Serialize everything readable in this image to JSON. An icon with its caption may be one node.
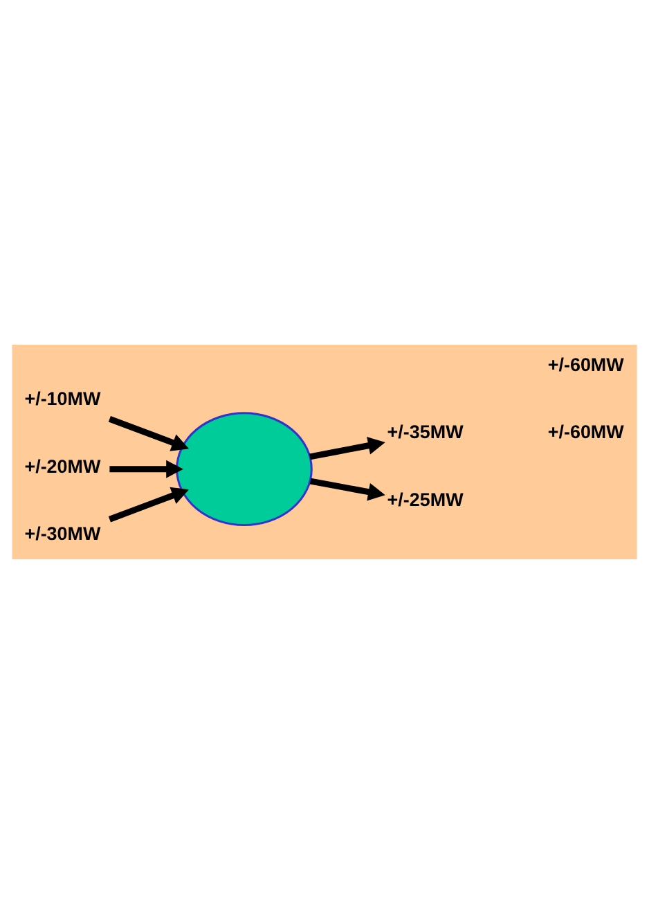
{
  "diagram": {
    "nodes": [
      {
        "text": [],
        "shape": "cloud"
      },
      {
        "text": [
          "+/-10MW"
        ]
      },
      {
        "text": [
          "+/-20MW"
        ]
      },
      {
        "text": [
          "+/-30MW"
        ]
      },
      {
        "text": [
          "+/-35MW"
        ]
      },
      {
        "text": [
          "+/-25MW"
        ]
      }
    ],
    "edges": [
      {
        "from": 1,
        "to": 0,
        "arrow": "to"
      },
      {
        "from": 2,
        "to": 0,
        "arrow": "to"
      },
      {
        "from": 3,
        "to": 0,
        "arrow": "to"
      },
      {
        "from": 0,
        "to": 4,
        "arrow": "to"
      },
      {
        "from": 0,
        "to": 5,
        "arrow": "to"
      }
    ],
    "labels": [
      "+/-60MW",
      "+/-60MW"
    ]
  }
}
